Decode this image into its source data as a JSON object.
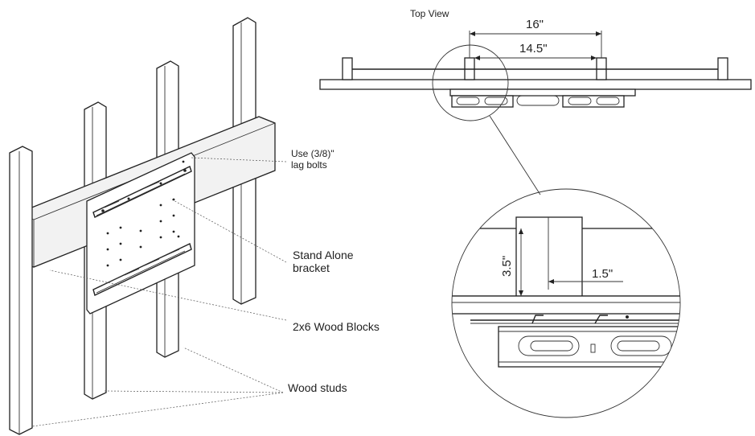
{
  "labels": {
    "top_view": "Top View",
    "lag_bolts_line1": "Use (3/8)\"",
    "lag_bolts_line2": "lag bolts",
    "bracket_line1": "Stand Alone",
    "bracket_line2": "bracket",
    "wood_blocks": "2x6 Wood Blocks",
    "wood_studs": "Wood studs"
  },
  "dimensions": {
    "stud_spacing": "16\"",
    "inner_spacing": "14.5\"",
    "block_depth": "3.5\"",
    "stud_width": "1.5\""
  },
  "icons": {
    "magnifier": "detail-circle-icon"
  }
}
